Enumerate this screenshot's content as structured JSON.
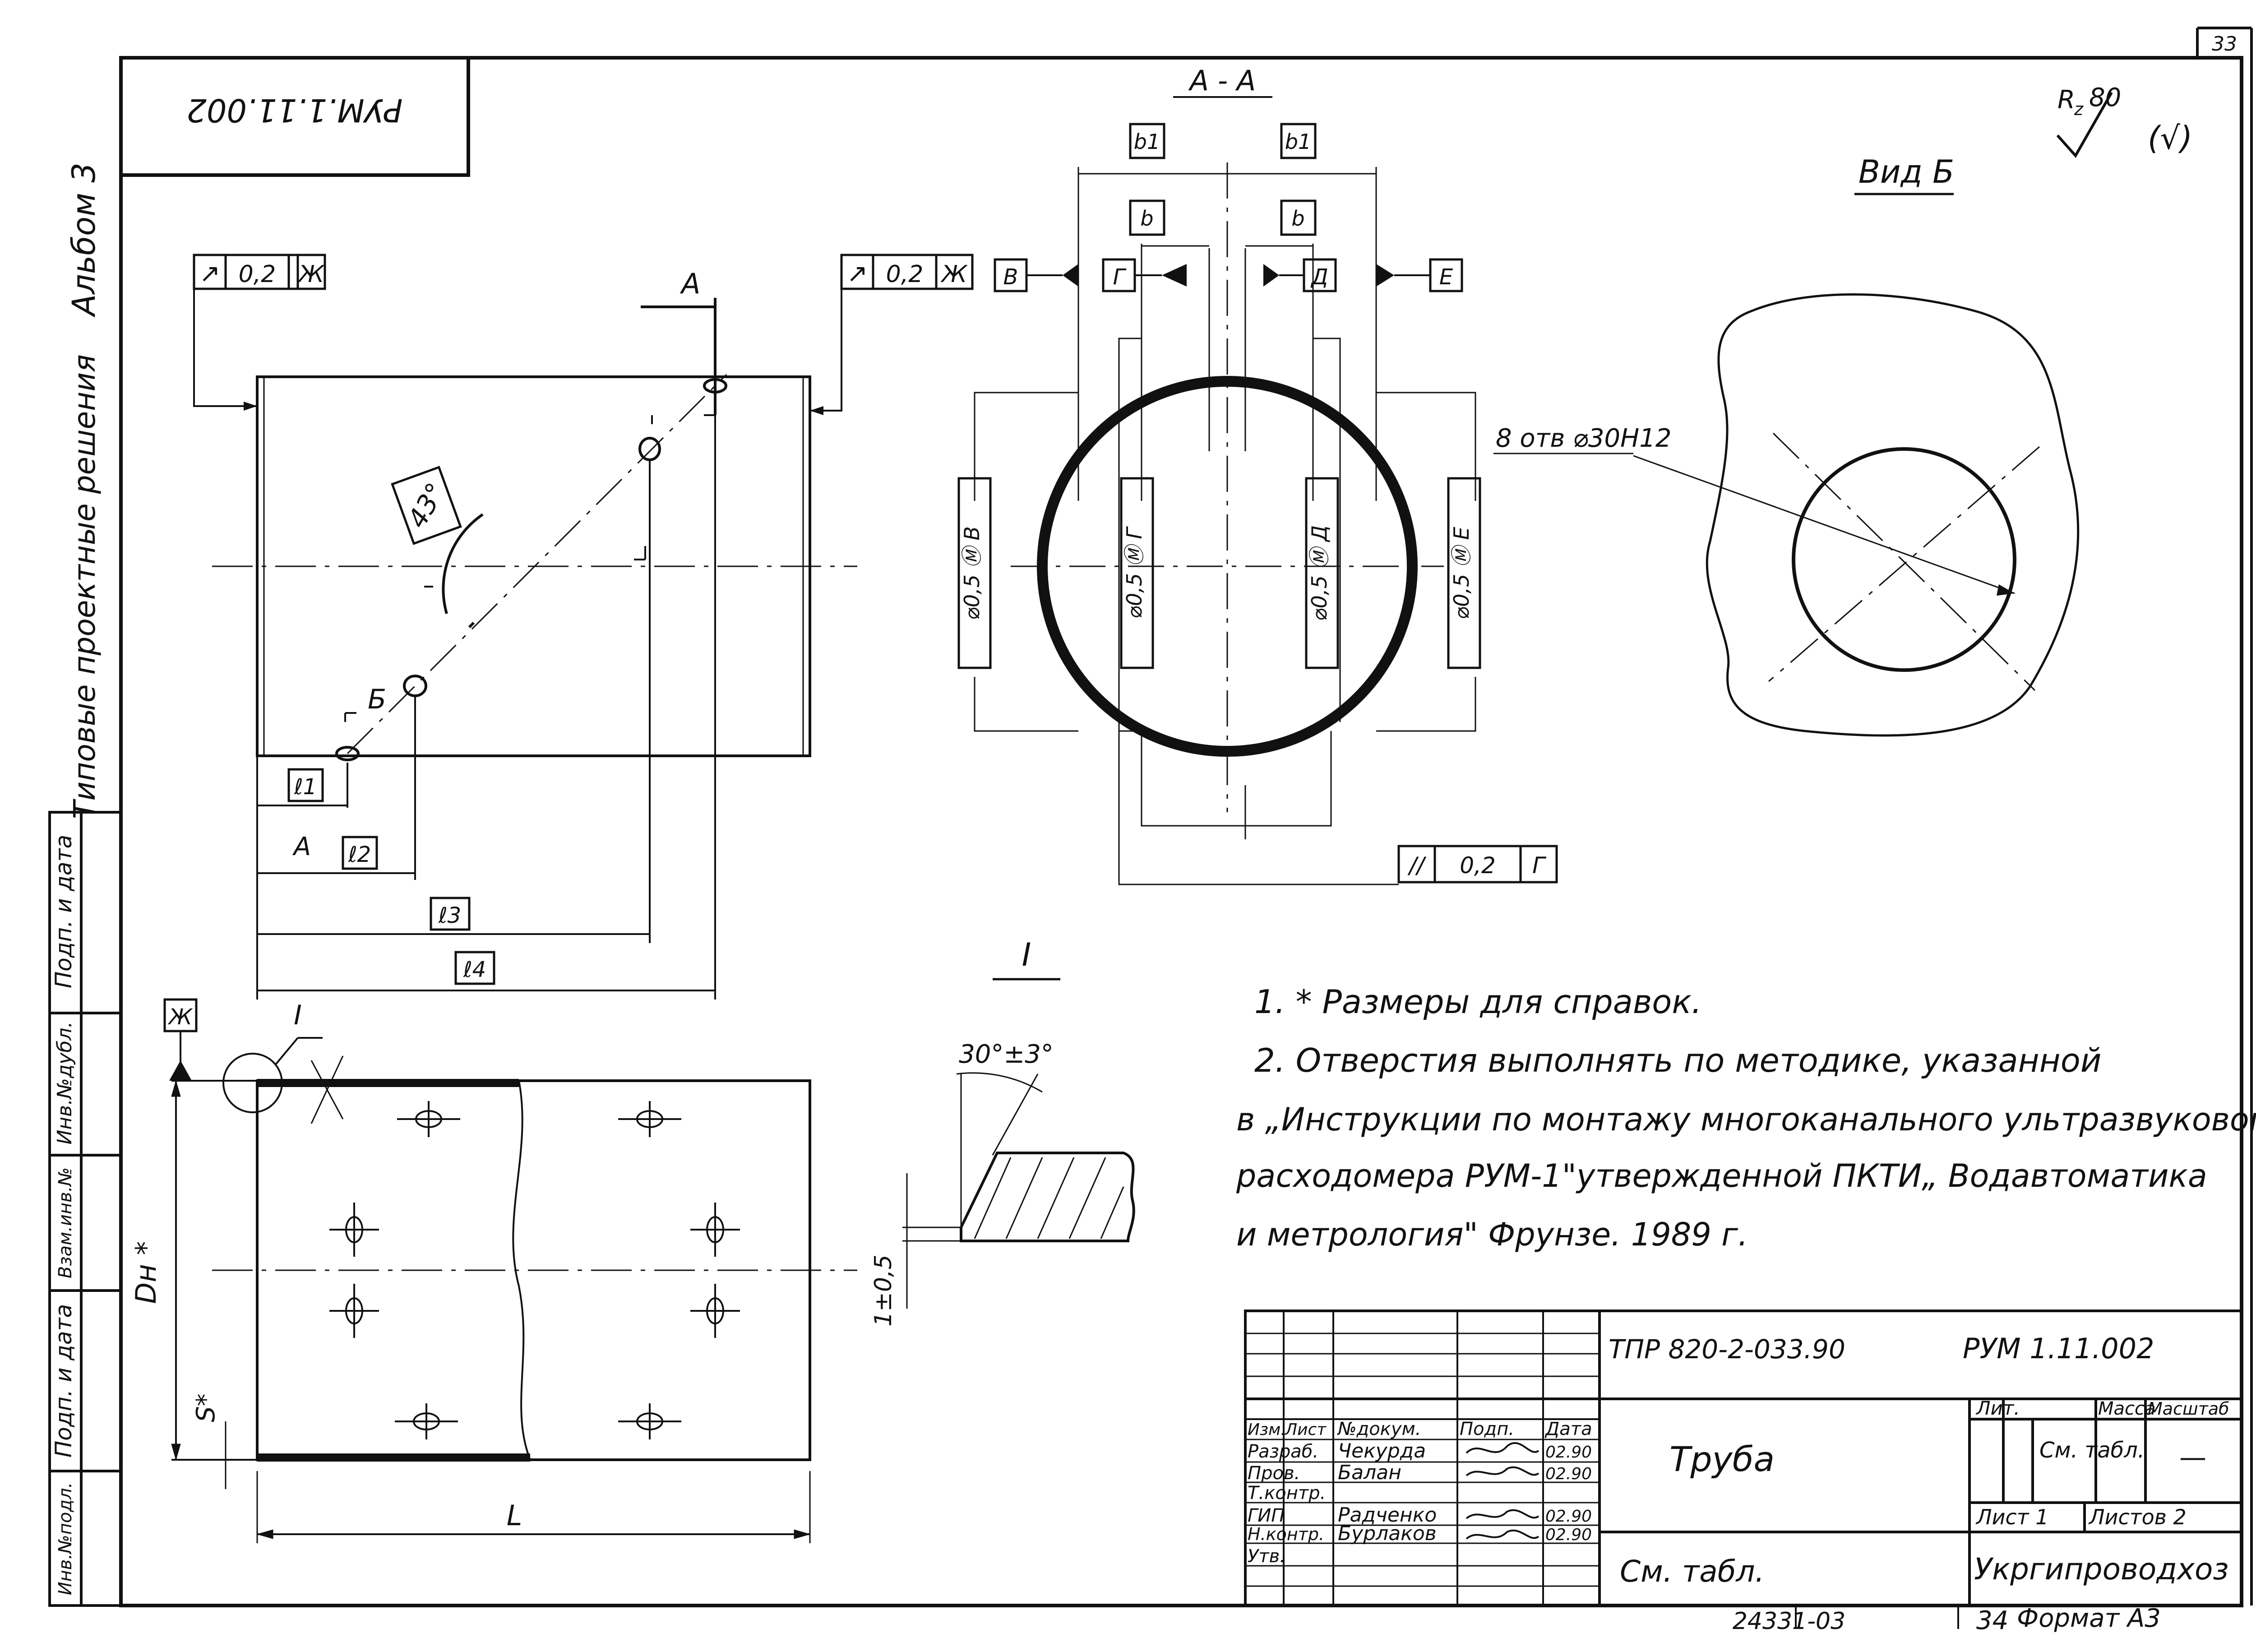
{
  "sheet_number": "33",
  "title_code_rotated": "РУМ.1.11.002",
  "album": "Альбом 3",
  "series": "Типовые проектные решения",
  "left_stamp": [
    "Подп. и дата",
    "Инв.№дубл.",
    "Взам.инв.№",
    "Подп. и дата",
    "Инв.№подл."
  ],
  "section_label": "А - А",
  "roughness": {
    "value": "80",
    "symbol": "(√)"
  },
  "view_b_label": "Вид Б",
  "tolerance_left": {
    "symbol": "↗",
    "value": "0,2",
    "datum": "Ж"
  },
  "tolerance_right": {
    "symbol": "↗",
    "value": "0,2",
    "datum": "Ж"
  },
  "angle_label": "43°",
  "label_A": "А",
  "label_B": "Б",
  "dims_top": [
    "ℓ1",
    "ℓ2",
    "ℓ3",
    "ℓ4"
  ],
  "section_dims": {
    "b1": "b1",
    "b": "b"
  },
  "datums": [
    "В",
    "Г",
    "Д",
    "Е"
  ],
  "position_tol": [
    "⌀0,5 Ⓜ В",
    "⌀0,5 Ⓜ Г",
    "⌀0,5 Ⓜ Д",
    "⌀0,5 Ⓜ Е"
  ],
  "parallel_tol": {
    "symbol": "//",
    "value": "0,2",
    "datum": "Г"
  },
  "holes_note": "8 отв ⌀30Н12",
  "detail_label": "I",
  "detail_angle": "30°±3°",
  "detail_dim": "1±0,5",
  "datum_zh": "Ж",
  "dim_Dn": "Dн *",
  "dim_S": "S*",
  "dim_L": "L",
  "notes": [
    "1. * Размеры для справок.",
    "2. Отверстия выполнять по методике, указанной",
    "в „Инструкции по монтажу многоканального ультразвукового",
    "расходомера РУМ-1\"утвержденной ПКТИ„ Водавтоматика",
    "и метрология\" Фрунзе. 1989 г."
  ],
  "title_block": {
    "project": "ТПР 820-2-033.90",
    "doc_code": "РУМ 1.11.002",
    "headers": [
      "Изм.",
      "Лист",
      "№докум.",
      "Подп.",
      "Дата"
    ],
    "roles": [
      {
        "role": "Разраб.",
        "name": "Чекурда",
        "date": "02.90"
      },
      {
        "role": "Пров.",
        "name": "Балан",
        "date": "02.90"
      },
      {
        "role": "Т.контр.",
        "name": "",
        "date": ""
      },
      {
        "role": "ГИП",
        "name": "Радченко",
        "date": "02.90"
      },
      {
        "role": "Н.контр.",
        "name": "Бурлаков",
        "date": "02.90"
      },
      {
        "role": "Утв.",
        "name": "",
        "date": ""
      }
    ],
    "part_name": "Труба",
    "material": "См. табл.",
    "lit": "Лит.",
    "mass": "Масса",
    "scale": "Масштаб",
    "mass_value": "См. табл.",
    "scale_value": "—",
    "sheet": "Лист 1",
    "sheets": "Листов 2",
    "organization": "Укргипроводхоз"
  },
  "bottom_number": "24331-03",
  "bottom_page": "34",
  "format": "Формат А3"
}
